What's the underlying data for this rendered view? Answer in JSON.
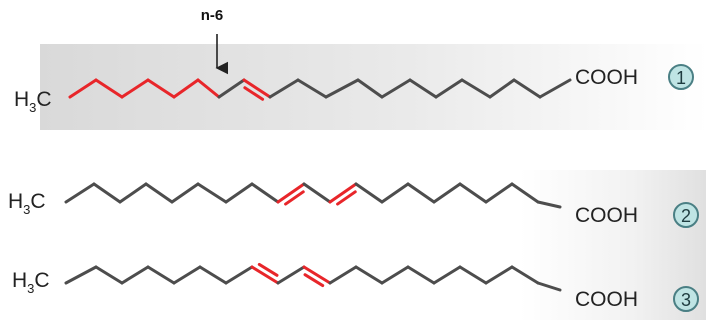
{
  "diagram": {
    "marker_label": "n-6",
    "molecules": [
      {
        "start_label": "H",
        "start_sub": "3",
        "start_tail": "C",
        "end_label": "COOH",
        "number": "1"
      },
      {
        "start_label": "H",
        "start_sub": "3",
        "start_tail": "C",
        "end_label": "COOH",
        "number": "2"
      },
      {
        "start_label": "H",
        "start_sub": "3",
        "start_tail": "C",
        "end_label": "COOH",
        "number": "3"
      }
    ],
    "colors": {
      "chain": "#4d4d4d",
      "highlight": "#e8262a",
      "badge_fill": "#bfe4e4",
      "badge_stroke": "#4a7f84",
      "panel": "#e3e3e3"
    }
  }
}
